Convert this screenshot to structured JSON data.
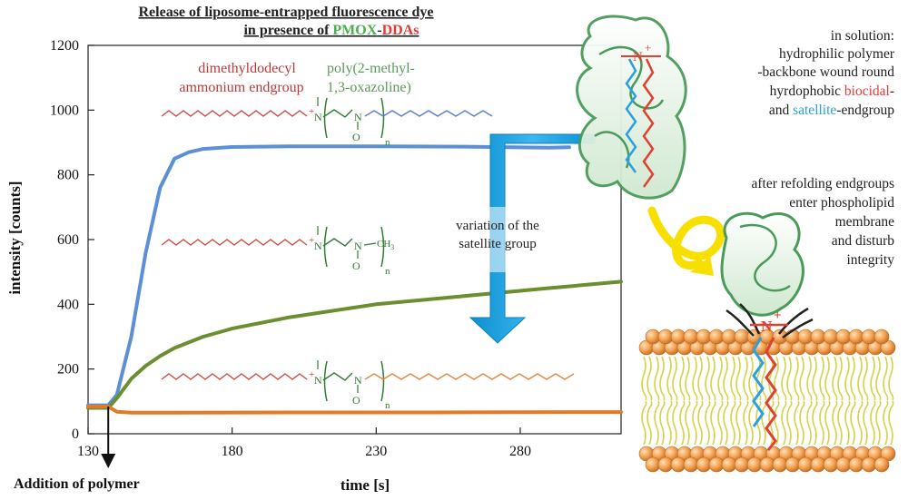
{
  "chart_data": {
    "type": "line",
    "title_line1": "Release of liposome-entrapped fluorescence dye",
    "title_line2_prefix": "in presence of ",
    "title_pmox": "PMOX",
    "title_dash": "-",
    "title_ddas": "DDAs",
    "xlabel": "time [s]",
    "ylabel": "intensity [counts]",
    "xlim": [
      130,
      315
    ],
    "ylim": [
      0,
      1200
    ],
    "xticks": [
      130,
      180,
      230,
      280
    ],
    "yticks": [
      0,
      200,
      400,
      600,
      800,
      1000,
      1200
    ],
    "addition_label": "Addition of polymer",
    "addition_time": 137,
    "series": [
      {
        "color": "#5b8fd6",
        "x": [
          130,
          137,
          140,
          145,
          150,
          155,
          160,
          165,
          170,
          180,
          200,
          230,
          260,
          290,
          297
        ],
        "y": [
          88,
          88,
          120,
          300,
          560,
          760,
          850,
          870,
          880,
          886,
          888,
          888,
          887,
          884,
          885
        ]
      },
      {
        "color": "#6b8e2f",
        "x": [
          130,
          137,
          140,
          145,
          150,
          155,
          160,
          170,
          180,
          200,
          230,
          260,
          290,
          315
        ],
        "y": [
          80,
          80,
          110,
          170,
          210,
          240,
          265,
          300,
          325,
          360,
          400,
          425,
          450,
          470
        ]
      },
      {
        "color": "#e07b2a",
        "x": [
          130,
          137,
          140,
          145,
          160,
          200,
          250,
          300,
          315
        ],
        "y": [
          84,
          84,
          68,
          65,
          65,
          66,
          66,
          67,
          67
        ]
      }
    ]
  },
  "annotations": {
    "endgroup_label_line1": "dimethyldodecyl",
    "endgroup_label_line2": "ammonium endgroup",
    "polymer_label_line1": "poly(2-methyl-",
    "polymer_label_line2": "1,3-oxazoline)",
    "variation_line1": "variation of the",
    "variation_line2": "satellite group",
    "charge_plus": "+",
    "nitrogen": "N",
    "oxygen": "O",
    "subscript_n": "n",
    "methyl": "CH",
    "methyl_sub": "3",
    "solution_line1": "in solution:",
    "solution_line2": "hydrophilic polymer",
    "solution_line3": "-backbone wound round",
    "solution_line4_a": "hyrdophobic ",
    "solution_line4_b": "biocidal",
    "solution_line4_c": "-",
    "solution_line5_a": "and ",
    "solution_line5_b": "satellite",
    "solution_line5_c": "-endgroup",
    "refold_line1": "after refolding endgroups",
    "refold_line2": "enter phospholipid",
    "refold_line3": "membrane",
    "refold_line4": "and disturb",
    "refold_line5": "integrity"
  },
  "colors": {
    "blue": "#5b8fd6",
    "green": "#6b8e2f",
    "orange": "#e07b2a",
    "red_text": "#b83a3a",
    "green_text": "#5a9a5a",
    "pmox": "#4caf50",
    "ddas": "#e53935",
    "arrow": "#1aa0e0",
    "yellow": "#f7e000",
    "lipid_head": "#f0a050"
  }
}
